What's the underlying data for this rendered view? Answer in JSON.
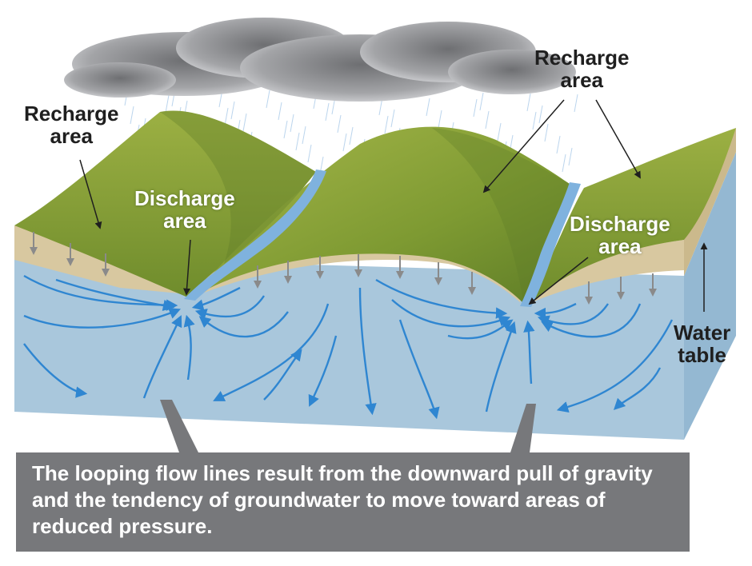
{
  "labels": {
    "recharge_left": {
      "line1": "Recharge",
      "line2": "area"
    },
    "recharge_right": {
      "line1": "Recharge",
      "line2": "area"
    },
    "discharge_left": {
      "line1": "Discharge",
      "line2": "area"
    },
    "discharge_right": {
      "line1": "Discharge",
      "line2": "area"
    },
    "water_table": {
      "line1": "Water",
      "line2": "table"
    }
  },
  "caption": "The looping flow lines result from the downward pull of gravity and the tendency of groundwater to move toward areas of reduced pressure.",
  "colors": {
    "groundwater": "#a9c7dc",
    "groundwater_side": "#94b8d2",
    "soil": "#d8c8a0",
    "hill": "#8fa43a",
    "hill_shadow": "#5e7a27",
    "stream": "#7fb2de",
    "flow_arrow": "#2f86d1",
    "cloud": "#8f9093",
    "caption_box": "#77787b"
  }
}
